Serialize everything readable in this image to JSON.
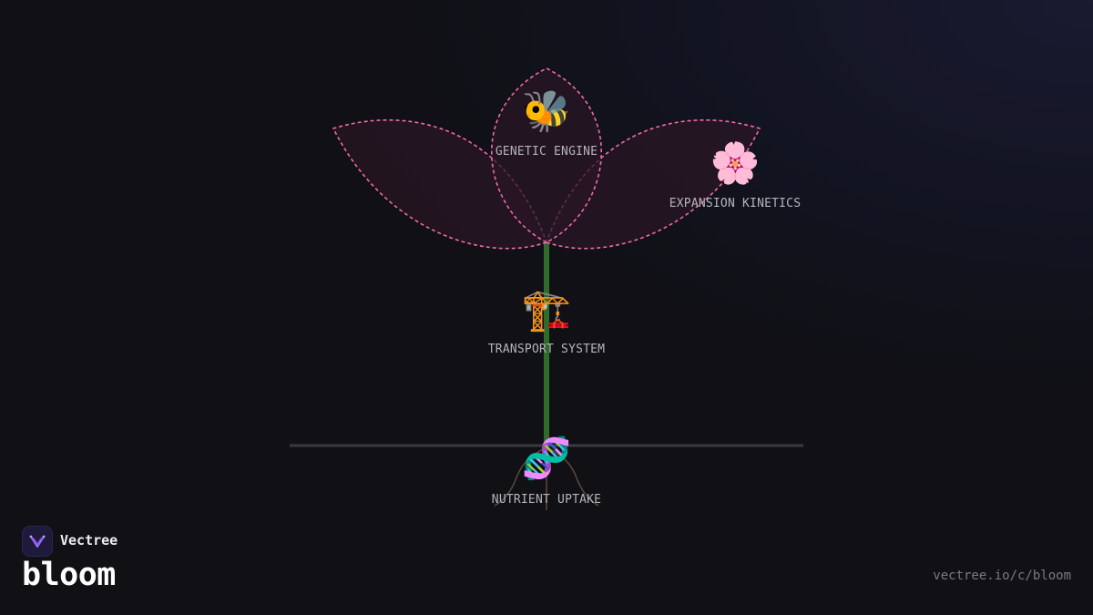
{
  "brand": {
    "company": "Vectree",
    "product": "bloom",
    "logo_icon": "vectree-logo-icon"
  },
  "footer": {
    "url": "vectree.io/c/bloom"
  },
  "colors": {
    "background": "#101015",
    "petal_stroke": "#f06aa8",
    "petal_fill": "#2a1624",
    "stem": "#2f6b2a",
    "ground": "#3a3a40",
    "root": "#5a463c",
    "logo_bg": "#1e1a3a",
    "logo_glyph": "#a26bff"
  },
  "diagram": {
    "nodes": [
      {
        "id": "genetic-engine",
        "icon": "bee-icon",
        "emoji": "🐝",
        "label": "GENETIC ENGINE"
      },
      {
        "id": "expansion-kinetics",
        "icon": "cherry-blossom-icon",
        "emoji": "🌸",
        "label": "EXPANSION KINETICS"
      },
      {
        "id": "transport-system",
        "icon": "crane-icon",
        "emoji": "🏗️",
        "label": "TRANSPORT SYSTEM"
      },
      {
        "id": "nutrient-uptake",
        "icon": "dna-icon",
        "emoji": "🧬",
        "label": "NUTRIENT UPTAKE"
      }
    ]
  }
}
